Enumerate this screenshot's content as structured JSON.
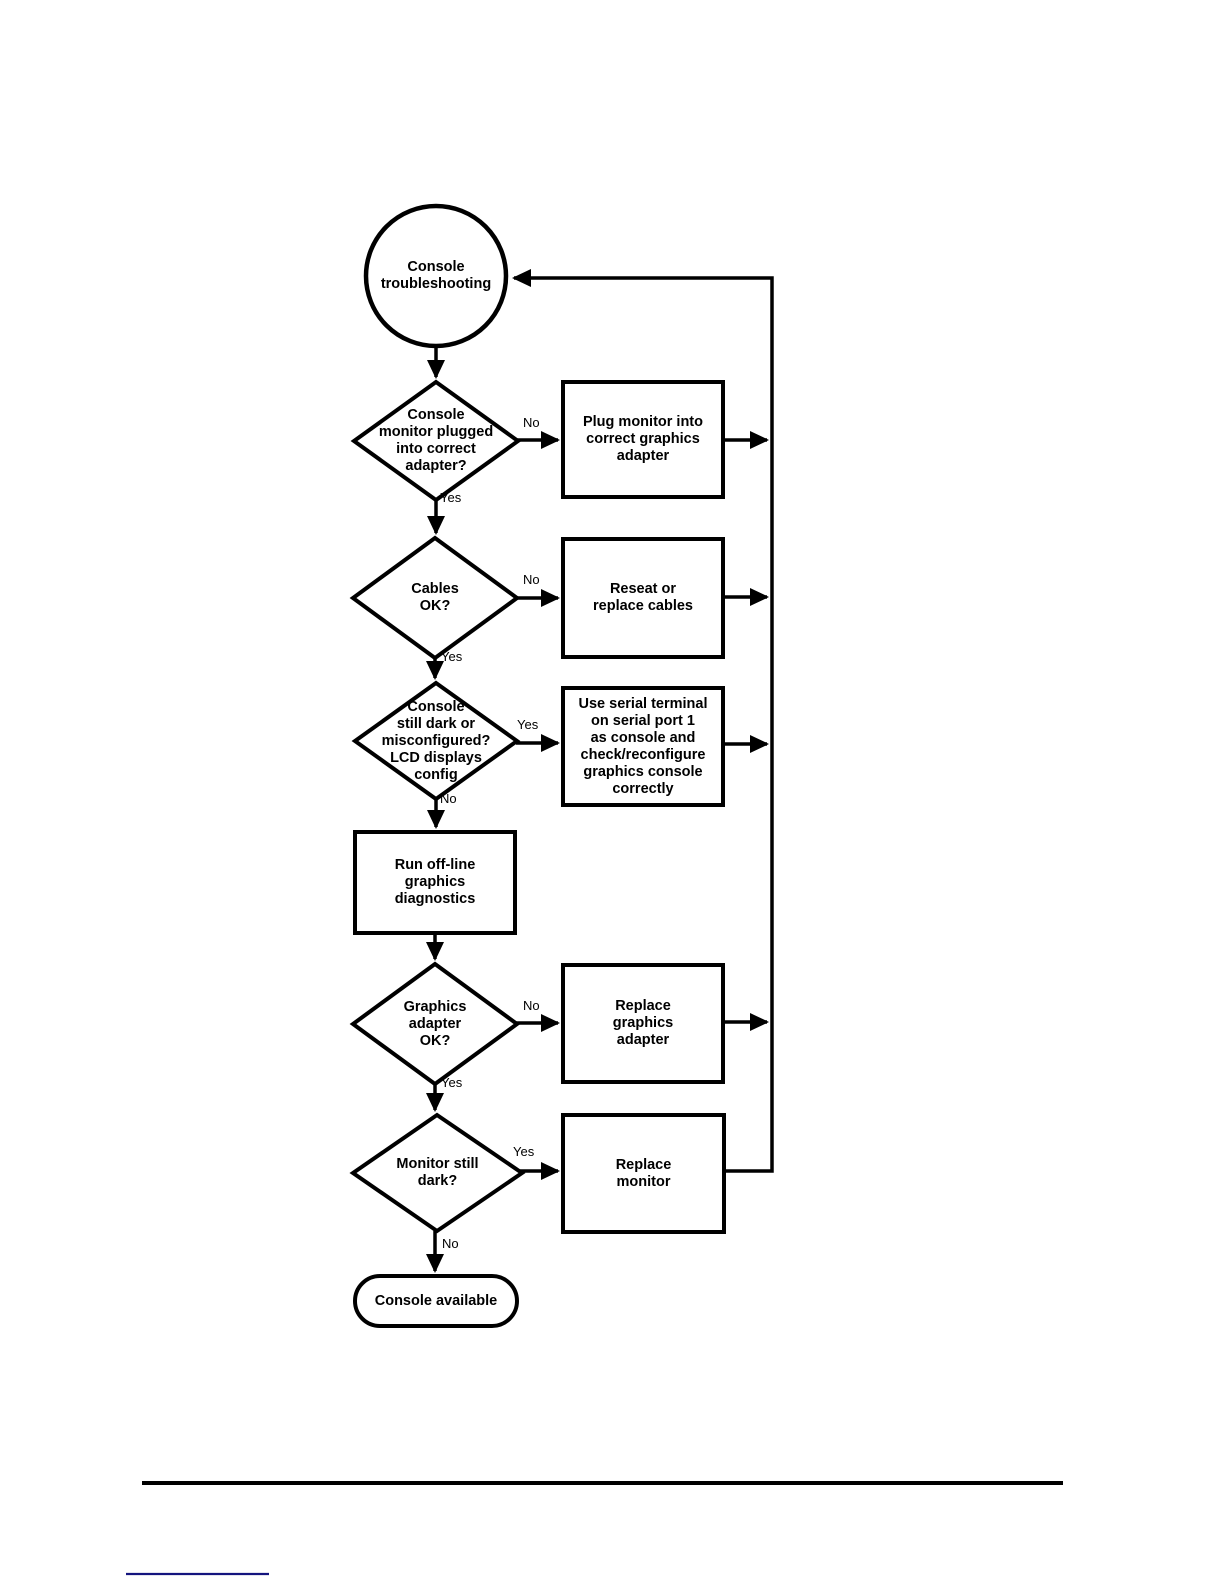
{
  "diagram": {
    "title": "Console troubleshooting flowchart",
    "nodes": {
      "start": {
        "label": "Console\ntroubleshooting",
        "type": "start-circle"
      },
      "q_adapter": {
        "label": "Console\nmonitor plugged\ninto correct\nadapter?",
        "type": "decision"
      },
      "a_plug": {
        "label": "Plug monitor into\ncorrect graphics\nadapter",
        "type": "process"
      },
      "q_cables": {
        "label": "Cables\nOK?",
        "type": "decision"
      },
      "a_reseat": {
        "label": "Reseat or\nreplace cables",
        "type": "process"
      },
      "q_dark": {
        "label": "Console\nstill dark or\nmisconfigured?\nLCD displays\nconfig",
        "type": "decision"
      },
      "a_serial": {
        "label": "Use serial terminal\non serial port 1\nas console and\ncheck/reconfigure\ngraphics console\ncorrectly",
        "type": "process"
      },
      "p_diagnostics": {
        "label": "Run off-line\ngraphics\ndiagnostics",
        "type": "process"
      },
      "q_graphics": {
        "label": "Graphics\nadapter\nOK?",
        "type": "decision"
      },
      "a_replace_adapter": {
        "label": "Replace\ngraphics\nadapter",
        "type": "process"
      },
      "q_monitor": {
        "label": "Monitor still\ndark?",
        "type": "decision"
      },
      "a_replace_monitor": {
        "label": "Replace\nmonitor",
        "type": "process"
      },
      "end": {
        "label": "Console available",
        "type": "terminator"
      }
    },
    "edge_labels": {
      "adapter_no": "No",
      "adapter_yes": "Yes",
      "cables_no": "No",
      "cables_yes": "Yes",
      "dark_yes": "Yes",
      "dark_no": "No",
      "graphics_no": "No",
      "graphics_yes": "Yes",
      "monitor_yes": "Yes",
      "monitor_no": "No"
    },
    "colors": {
      "line": "#000000",
      "shape_fill": "#ffffff",
      "text": "#000000",
      "link_underline": "#14147e",
      "background": "#ffffff"
    }
  }
}
